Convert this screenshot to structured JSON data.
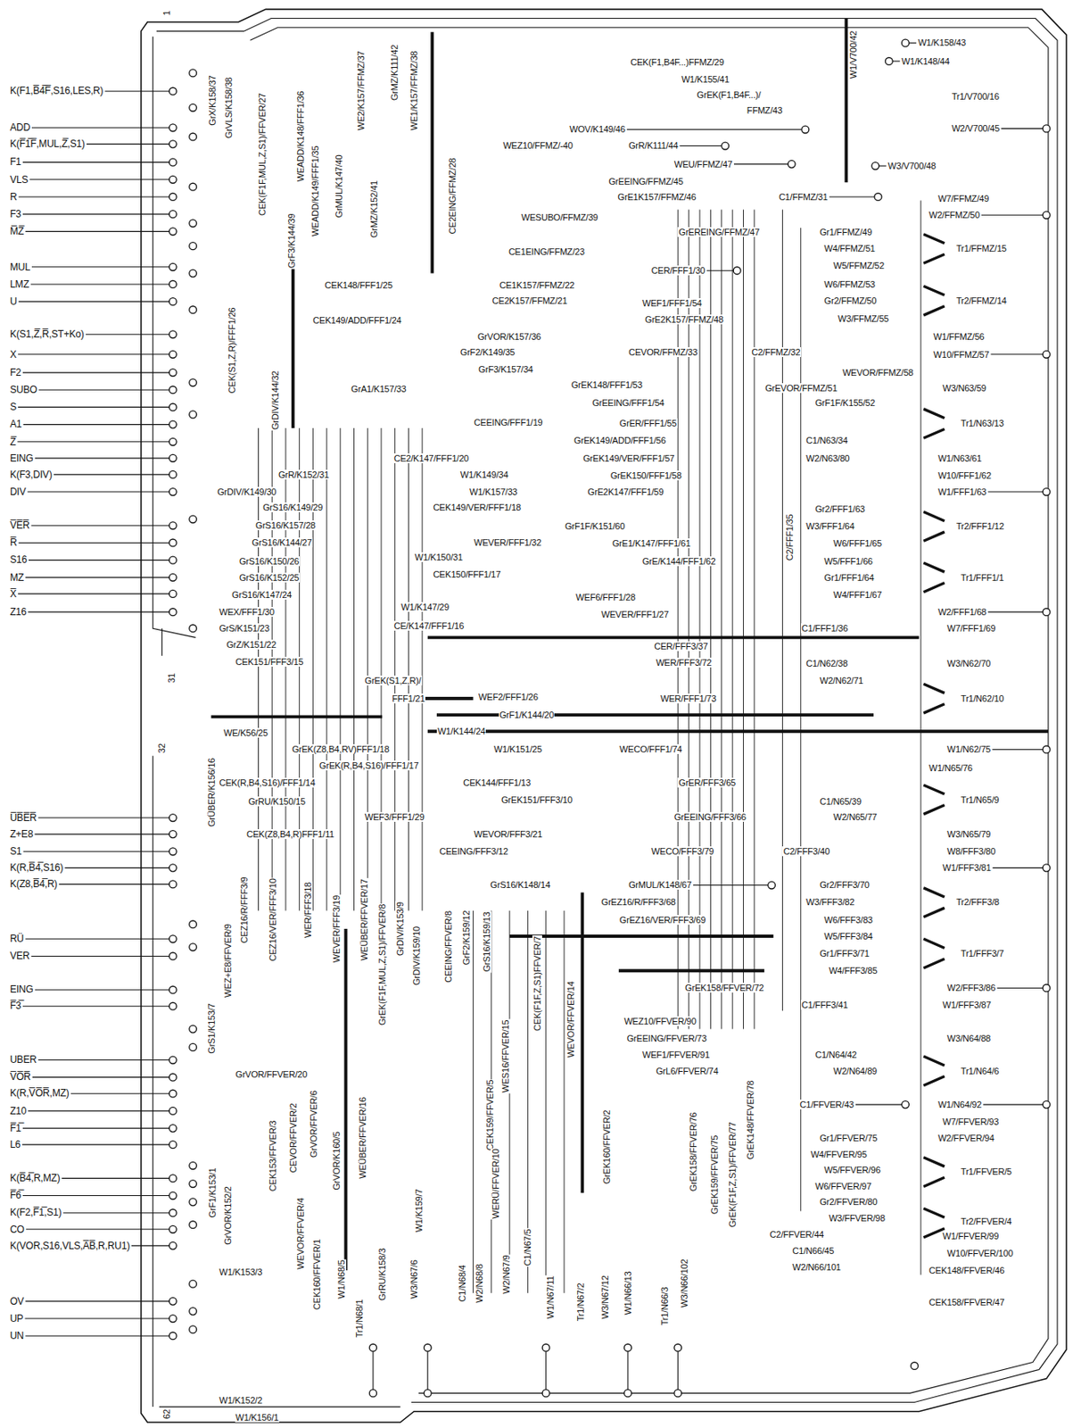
{
  "diagram": {
    "labels": [
      "1",
      "K(F1,B̅4̅F̅,S16,LES,R)",
      "ADD",
      "K(F̅1̅F̅,MUL,Z̅,S1)",
      "F1",
      "VLS",
      "R",
      "F3",
      "M̅Z̅",
      "MUL",
      "LMZ",
      "U",
      "K(S1,Z̅,R̅,ST+Ko)",
      "X",
      "F2",
      "SUBO",
      "S",
      "A1",
      "Z̅",
      "EING",
      "K(F3,DIV)",
      "DIV",
      "V̅E̅R̅",
      "R̅",
      "S16",
      "MZ",
      "X̅",
      "Z16",
      "31",
      "32",
      "U̅B̅E̅R̅",
      "Z+E8",
      "S1",
      "K(R,B̅4̅,S16)",
      "K(Z8,B̅4̅,R)",
      "RÜ",
      "VER",
      "EING",
      "F̅3̅",
      "UBER",
      "V̅O̅R̅",
      "K(R,V̅O̅R̅,MZ)",
      "Z10",
      "F̅1̅",
      "L6",
      "K(B̅4̅,R,MZ)",
      "F̅6̅",
      "K(F2,F̅1̅,S1)",
      "CO",
      "K(VOR,S16,VLS,A̅B̅,R,RU1)",
      "OV",
      "UP",
      "UN",
      "62",
      "GrX/K158/37",
      "GrVLS/K158/38",
      "CEK(F1F,MUL,Z,S1)/FFVER/27",
      "WEADD/K148/FFF1/36",
      "WEADD/K149/FFF1/35",
      "GrF3/K144/39",
      "GrMUL/K147/40",
      "WE2/K157/FFMZ/37",
      "GrMZ/K152/41",
      "GrMZ/K111/42",
      "WE1/K157/FFMZ/38",
      "CE2EING/FFMZ/28",
      "CEK(S1,Z,R)/FFF1/26",
      "GrDIV/K144/32",
      "CEK148/FFF1/25",
      "CEK149/ADD/FFF1/24",
      "GrA1/K157/33",
      "GrR/K152/31",
      "GrDIV/K149/30",
      "GrS16/K149/29",
      "GrS16/K157/28",
      "GrS16/K144/27",
      "GrS16/K150/26",
      "GrS16/K152/25",
      "GrS16/K147/24",
      "WEX/FFF1/30",
      "GrS/K151/23",
      "GrZ/K151/22",
      "CEK151/FFF3/15",
      "GrEK(S1,Z,R)/",
      "FFF1/21",
      "WOV/K149/46",
      "WEZ10/FFMZ/-40",
      "GrR/K111/44",
      "WEU/FFMZ/47",
      "GrEEING/FFMZ/45",
      "GrE1K157/FFMZ/46",
      "C1/FFMZ/31",
      "CEK(F1,B4F...)FFMZ/29",
      "W1/K155/41",
      "GrEK(F1,B4F...)/",
      "FFMZ/43",
      "W1/V700/42",
      "W1/K158/43",
      "W1/K148/44",
      "Tr1/V700/16",
      "W2/V700/45",
      "W3/V700/48",
      "WESUBO/FFMZ/39",
      "GrEREING/FFMZ/47",
      "CE1EING/FFMZ/23",
      "CER/FFF1/30",
      "CE1K157/FFMZ/22",
      "CE2K157/FFMZ/21",
      "WEF1/FFF1/54",
      "GrE2K157/FFMZ/48",
      "GrVOR/K157/36",
      "GrF2/K149/35",
      "CEVOR/FFMZ/33",
      "GrF3/K157/34",
      "GrEK148/FFF1/53",
      "GrEEING/FFF1/54",
      "CEEING/FFF1/19",
      "GrER/FFF1/55",
      "GrEK149/ADD/FFF1/56",
      "GrEK149/VER/FFF1/57",
      "CE2/K147/FFF1/20",
      "W1/K149/34",
      "GrEK150/FFF1/58",
      "W1/K157/33",
      "GrE2K147/FFF1/59",
      "CEK149/VER/FFF1/18",
      "GrF1F/K151/60",
      "WEVER/FFF1/32",
      "GrE1/K147/FFF1/61",
      "W1/K150/31",
      "GrE/K144/FFF1/62",
      "CEK150/FFF1/17",
      "WEF6/FFF1/28",
      "W1/K147/29",
      "WEVER/FFF1/27",
      "CE/K147/FFF1/16",
      "CER/FFF3/37",
      "WER/FFF3/72",
      "WEF2/FFF1/26",
      "WER/FFF1/73",
      "GrF1/K144/20",
      "W1/K144/24",
      "W1/K151/25",
      "WECO/FFF1/74",
      "WE/K56/25",
      "GrEK(Z8,B4,RV)FFF1/18",
      "GrEK(R,B4,S16)/FFF1/17",
      "CEK(R,B4,S16)/FFF1/14",
      "CEK144/FFF1/13",
      "GrER/FFF3/65",
      "GrRU/K150/15",
      "GrEK151/FFF3/10",
      "WEF3/FFF1/29",
      "GrEEING/FFF3/66",
      "CEK(Z8,B4,R)FFF1/11",
      "WEVOR/FFF3/21",
      "CEEING/FFF3/12",
      "WECO/FFF3/79",
      "GrS16/K148/14",
      "GrMUL/K148/67",
      "GrEZ16/R/FFF3/68",
      "GrEZ16/VER/FFF3/69",
      "GrÜBER/K156/16",
      "GrEK158/FFVER/72",
      "WEZ10/FFVER/90",
      "GrEEING/FFVER/73",
      "WEF1/FFVER/91",
      "GrL6/FFVER/74",
      "C1/FFVER/43",
      "C2/FFVER/44",
      "C1/N66/45",
      "W2/N66/101",
      "CEK148/FFVER/46",
      "CEK158/FFVER/47",
      "Gr1/FFMZ/49",
      "W4/FFMZ/51",
      "W5/FFMZ/52",
      "W6/FFMZ/53",
      "Gr2/FFMZ/50",
      "W3/FFMZ/55",
      "W7/FFMZ/49",
      "W2/FFMZ/50",
      "Tr1/FFMZ/15",
      "Tr2/FFMZ/14",
      "W1/FFMZ/56",
      "W10/FFMZ/57",
      "C2/FFMZ/32",
      "WEVOR/FFMZ/58",
      "GrEVOR/FFMZ/51",
      "GrF1F/K155/52",
      "W3/N63/59",
      "Tr1/N63/13",
      "C1/N63/34",
      "W2/N63/80",
      "W1/N63/61",
      "W10/FFF1/62",
      "W1/FFF1/63",
      "C2/FFF1/35",
      "Gr2/FFF1/63",
      "W3/FFF1/64",
      "W6/FFF1/65",
      "W5/FFF1/66",
      "Gr1/FFF1/64",
      "W4/FFF1/67",
      "Tr2/FFF1/12",
      "Tr1/FFF1/1",
      "W2/FFF1/68",
      "W7/FFF1/69",
      "C1/FFF1/36",
      "C1/N62/38",
      "W2/N62/71",
      "W3/N62/70",
      "Tr1/N62/10",
      "W1/N62/75",
      "W1/N65/76",
      "C1/N65/39",
      "W2/N65/77",
      "Tr1/N65/9",
      "W3/N65/79",
      "W8/FFF3/80",
      "C2/FFF3/40",
      "W1/FFF3/81",
      "Gr2/FFF3/70",
      "W3/FFF3/82",
      "Tr2/FFF3/8",
      "W6/FFF3/83",
      "W5/FFF3/84",
      "Gr1/FFF3/71",
      "Tr1/FFF3/7",
      "W4/FFF3/85",
      "W2/FFF3/86",
      "W1/FFF3/87",
      "C1/FFF3/41",
      "W3/N64/88",
      "C1/N64/42",
      "W2/N64/89",
      "Tr1/N64/6",
      "W1/N64/92",
      "W7/FFVER/93",
      "W2/FFVER/94",
      "Gr1/FFVER/75",
      "W4/FFVER/95",
      "W5/FFVER/96",
      "Tr1/FFVER/5",
      "W6/FFVER/97",
      "Gr2/FFVER/80",
      "Tr2/FFVER/4",
      "W3/FFVER/98",
      "W1/FFVER/99",
      "W10/FFVER/100",
      "GrS1/K153/7",
      "WEZ+E8/FFVER/9",
      "CEZ16/R/FFF3/9",
      "CEZ16/VER/FFF3/10",
      "WER/FFF3/18",
      "WEVER/FFF3/19",
      "WEÜBER/FFVER/17",
      "GrEK(F1F,MUL,Z,S1)/FFVER/8",
      "GrDIV/K153/9",
      "GrDIV/K159/10",
      "CEEING/FFVER/8",
      "GrF2/K159/12",
      "GrS16/K159/13",
      "WES16/FFVER/15",
      "CEK159/FFVER/5",
      "CEK(F1F,Z,S1)FFVER/7",
      "WEVOR/FFVER/14",
      "GrEK160/FFVER/2",
      "WERÜ/FFVER/10",
      "GrEK158/FFVER/76",
      "GrEK159/FFVER/75",
      "GrEK(F1F,Z,S1)/FFVER/77",
      "GrEK148/FFVER/78",
      "GrVOR/FFVER/20",
      "GrF1/K153/1",
      "GrVOR/K152/2",
      "CEK153/FFVER/3",
      "CEVOR/FFVER/2",
      "GrVOR/FFVER/6",
      "GrVOR/K160/5",
      "WEÜBER/FFVER/16",
      "WEVOR/FFVER/4",
      "CEK160/FFVER/1",
      "W1/K159/7",
      "GrRU/K158/3",
      "W3/N67/6",
      "W1/N68/5",
      "Tr1/N68/1",
      "C1/N68/4",
      "W2/N68/8",
      "W2/N67/9",
      "C1/N67/5",
      "W1/N67/11",
      "Tr1/N67/2",
      "W3/N67/12",
      "W1/N66/13",
      "Tr1/N66/3",
      "W3/N66/102",
      "W1/K153/3",
      "W1/K152/2",
      "W1/K156/1"
    ]
  }
}
